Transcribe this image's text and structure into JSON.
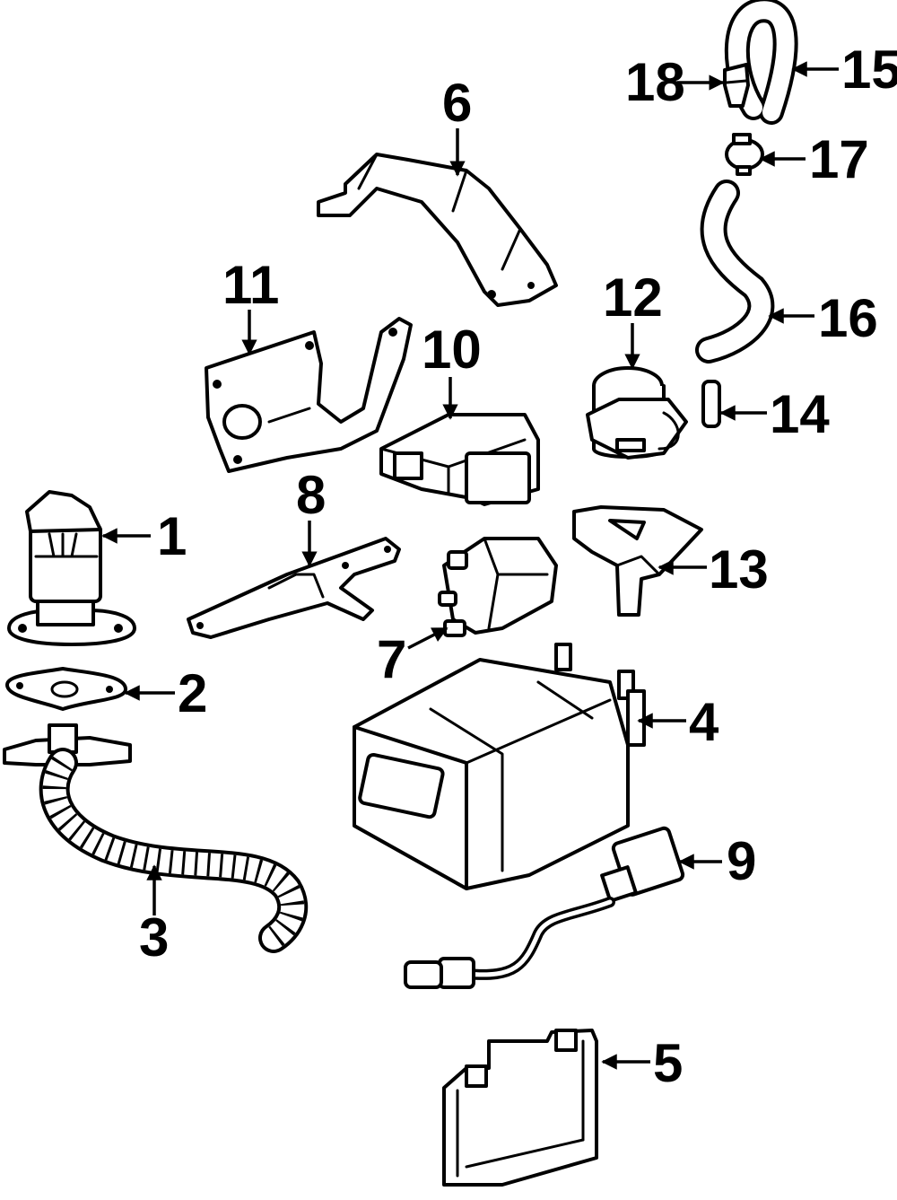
{
  "callouts": [
    "1",
    "2",
    "3",
    "4",
    "5",
    "6",
    "7",
    "8",
    "9",
    "10",
    "11",
    "12",
    "13",
    "14",
    "15",
    "16",
    "17",
    "18"
  ],
  "colors": {
    "line": "#000000",
    "background": "#ffffff"
  }
}
